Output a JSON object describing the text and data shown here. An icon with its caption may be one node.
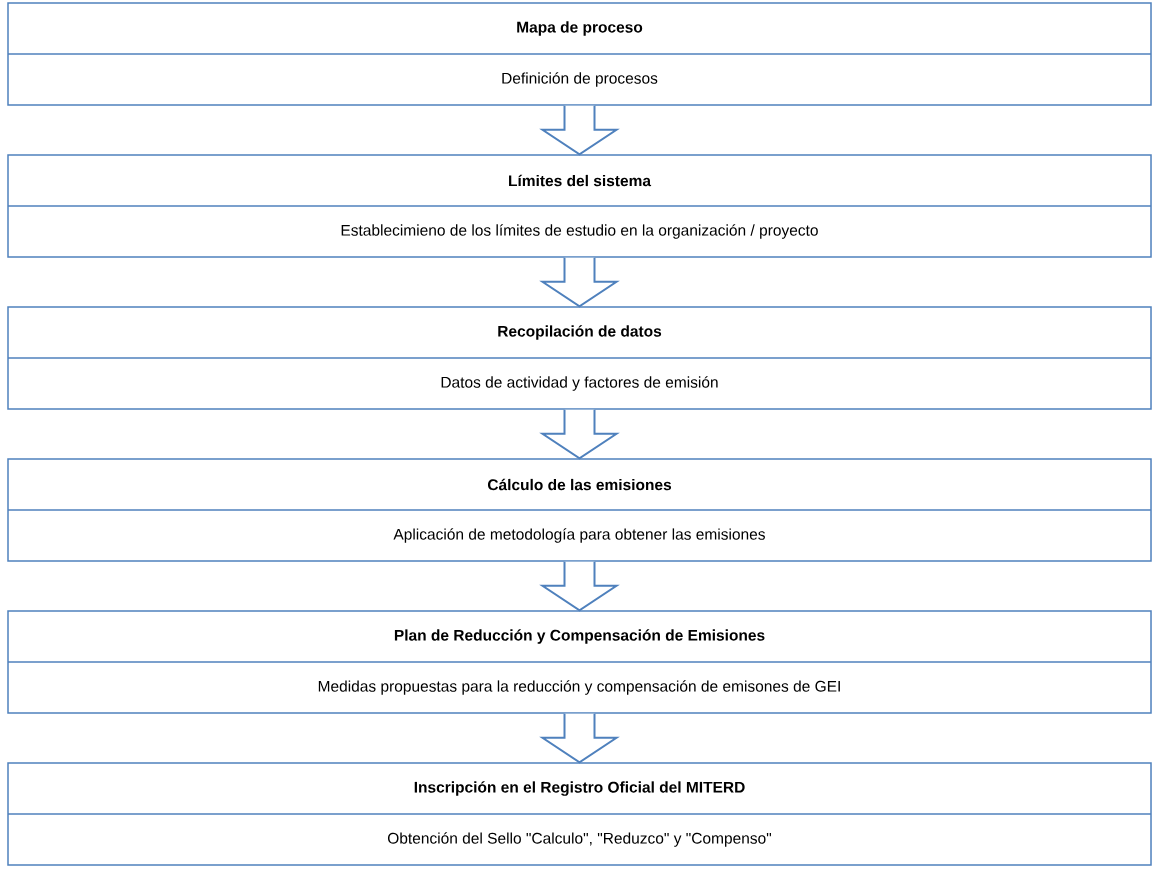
{
  "diagram": {
    "nodes": [
      {
        "text": [
          "Mapa de proceso",
          "Definición de procesos"
        ]
      },
      {
        "text": [
          "Límites del sistema",
          "Establecimieno de los límites de estudio en la organización / proyecto"
        ]
      },
      {
        "text": [
          "Recopilación de datos",
          "Datos de actividad y factores de emisión"
        ]
      },
      {
        "text": [
          "Cálculo de las emisiones",
          "Aplicación de metodología para obtener las emisiones"
        ]
      },
      {
        "text": [
          "Plan de Reducción y Compensación de Emisiones",
          "Medidas propuestas para la reducción y compensación de emisones de GEI"
        ]
      },
      {
        "text": [
          "Inscripción en el Registro Oficial del MITERD",
          "Obtención del Sello \"Calculo\", \"Reduzco\" y \"Compenso\""
        ]
      }
    ],
    "edges": [
      {
        "from": 0,
        "to": 1,
        "arrow": "to"
      },
      {
        "from": 1,
        "to": 2,
        "arrow": "to"
      },
      {
        "from": 2,
        "to": 3,
        "arrow": "to"
      },
      {
        "from": 3,
        "to": 4,
        "arrow": "to"
      },
      {
        "from": 4,
        "to": 5,
        "arrow": "to"
      }
    ]
  }
}
